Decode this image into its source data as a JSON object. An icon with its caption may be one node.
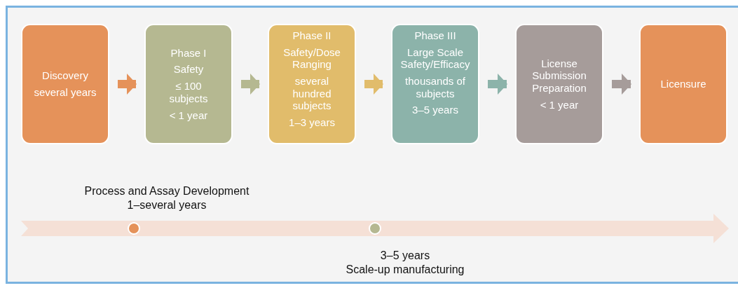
{
  "diagram": {
    "nodes": [
      {
        "text": [
          "Discovery",
          "several years"
        ]
      },
      {
        "text": [
          "Phase I",
          "Safety",
          "≤ 100 subjects",
          "< 1 year"
        ]
      },
      {
        "text": [
          "Phase II",
          "Safety/Dose Ranging",
          "several hundred subjects",
          "1–3 years"
        ]
      },
      {
        "text": [
          "Phase III",
          "Large Scale Safety/Efficacy",
          "thousands of subjects",
          "3–5 years"
        ]
      },
      {
        "text": [
          "License Submission Preparation",
          "< 1 year"
        ]
      },
      {
        "text": [
          "Licensure"
        ]
      },
      {
        "text": [],
        "shape": "circle",
        "beside": [
          "Process and Assay Development",
          "1–several years"
        ]
      },
      {
        "text": [],
        "shape": "circle",
        "beside": [
          "3–5 years",
          "Scale-up manufacturing"
        ]
      }
    ],
    "edges": [
      {
        "from": 0,
        "to": 1,
        "arrow": "to",
        "color": "#e5925a"
      },
      {
        "from": 1,
        "to": 2,
        "arrow": "to",
        "color": "#b5b891"
      },
      {
        "from": 2,
        "to": 3,
        "arrow": "to",
        "color": "#e1bc6b"
      },
      {
        "from": 3,
        "to": 4,
        "arrow": "to",
        "color": "#8cb3aa"
      },
      {
        "from": 4,
        "to": 5,
        "arrow": "to",
        "color": "#a69c9a"
      }
    ]
  }
}
